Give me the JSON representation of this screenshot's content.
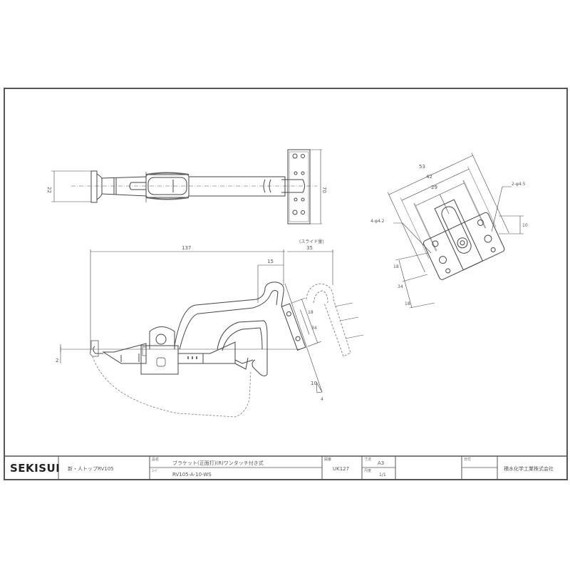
{
  "drawing": {
    "border_color": "#555555",
    "line_color": "#444444",
    "top_view": {
      "dim_left_height": "22",
      "dim_right_height": "70"
    },
    "side_view": {
      "dim_overall_length": "137",
      "dim_slide_label": "(スライド量)",
      "dim_slide": "35",
      "dim_offset": "15",
      "dim_angle": "10",
      "dim_small_left": "2",
      "dim_small_bottom": "4",
      "dim_hole_spacing_a": "18",
      "dim_hole_spacing_b": "34"
    },
    "bracket_view": {
      "dim_outer_width": "53",
      "dim_mid_width": "42",
      "dim_inner_width": "29",
      "dim_holes_large": "4-φ4.2",
      "dim_holes_small": "2-φ4.5",
      "dim_right_small": "10",
      "dim_left_a": "18",
      "dim_left_b": "34",
      "dim_left_c": "18"
    }
  },
  "title_block": {
    "logo": "SEKISUI",
    "product_name": "新・人トップRV105",
    "name_label": "品名",
    "name_value": "ブラケット(正面打)(R)ワンタッチ付き式",
    "code_label": "ｺｰﾄﾞ",
    "code_value": "RV105-A-10-WS",
    "number_label": "図番",
    "number_value": "UK127",
    "size_label": "寸法",
    "size_value": "A3",
    "scale_label": "尺度",
    "scale_value": "1/1",
    "date_label": "日付",
    "company": "積水化学工業株式会社"
  }
}
